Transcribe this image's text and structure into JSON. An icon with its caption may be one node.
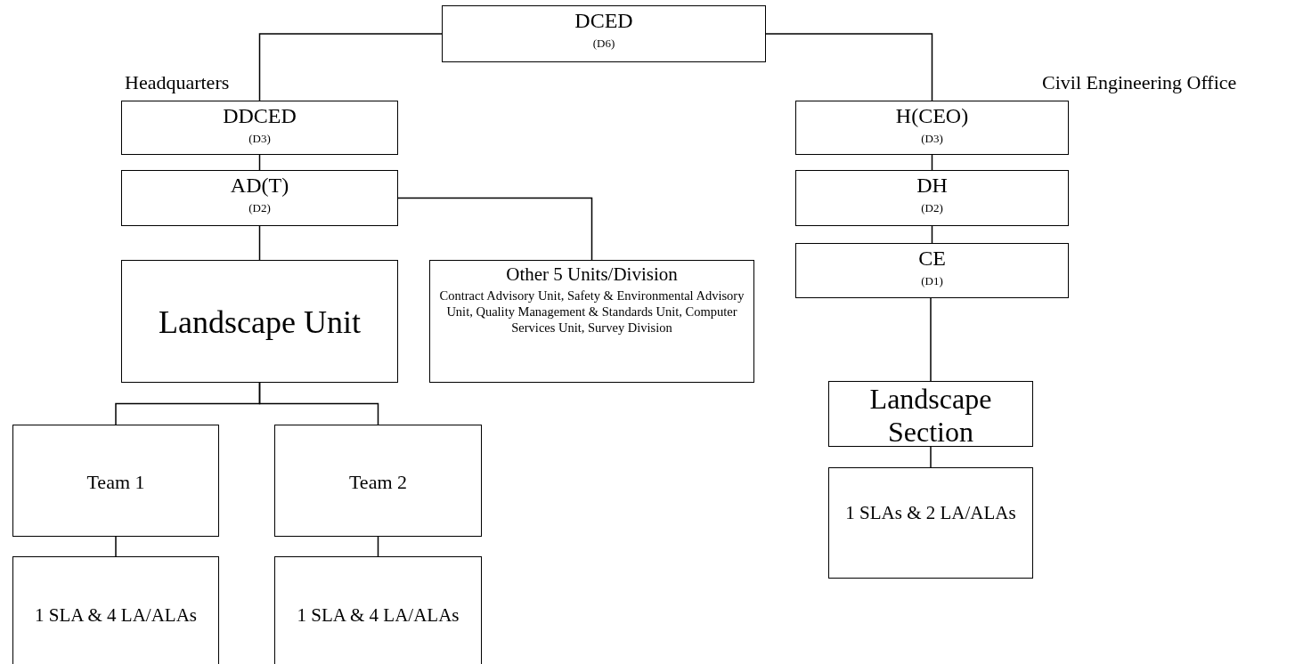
{
  "diagram": {
    "nodes": [
      {
        "text": [
          "DCED",
          "(D6)"
        ]
      },
      {
        "text": [
          "DDCED",
          "(D3)"
        ]
      },
      {
        "text": [
          "H(CEO)",
          "(D3)"
        ]
      },
      {
        "text": [
          "AD(T)",
          "(D2)"
        ]
      },
      {
        "text": [
          "DH",
          "(D2)"
        ]
      },
      {
        "text": [
          "Landscape Unit"
        ]
      },
      {
        "text": [
          "Other 5 Units/Division",
          "Contract Advisory Unit, Safety & Environmental Advisory Unit, Quality Management & Standards Unit, Computer Services Unit, Survey Division"
        ]
      },
      {
        "text": [
          "CE",
          "(D1)"
        ]
      },
      {
        "text": [
          "Landscape Section"
        ]
      },
      {
        "text": [
          "Team 1"
        ]
      },
      {
        "text": [
          "Team 2"
        ]
      },
      {
        "text": [
          "1 SLAs & 2 LA/ALAs"
        ]
      },
      {
        "text": [
          "1 SLA & 4 LA/ALAs"
        ]
      },
      {
        "text": [
          "1 SLA & 4 LA/ALAs"
        ]
      }
    ],
    "edges": [
      {
        "from": 0,
        "to": 1,
        "arrow": "none"
      },
      {
        "from": 0,
        "to": 2,
        "arrow": "none"
      },
      {
        "from": 1,
        "to": 3,
        "arrow": "none"
      },
      {
        "from": 3,
        "to": 5,
        "arrow": "none"
      },
      {
        "from": 3,
        "to": 6,
        "arrow": "none"
      },
      {
        "from": 5,
        "to": 9,
        "arrow": "none"
      },
      {
        "from": 5,
        "to": 10,
        "arrow": "none"
      },
      {
        "from": 9,
        "to": 12,
        "arrow": "none"
      },
      {
        "from": 10,
        "to": 13,
        "arrow": "none"
      },
      {
        "from": 2,
        "to": 4,
        "arrow": "none"
      },
      {
        "from": 4,
        "to": 7,
        "arrow": "none"
      },
      {
        "from": 7,
        "to": 8,
        "arrow": "none"
      },
      {
        "from": 8,
        "to": 11,
        "arrow": "none"
      }
    ],
    "labels": [
      "Headquarters",
      "Civil Engineering Office"
    ]
  }
}
